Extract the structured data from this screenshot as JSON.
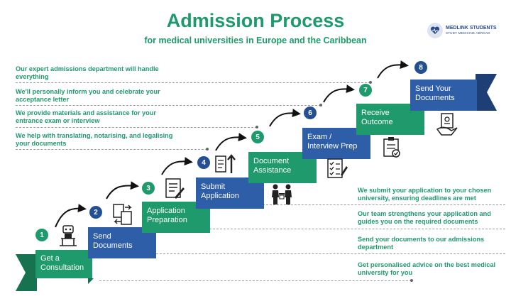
{
  "header": {
    "title": "Admission Process",
    "subtitle": "for medical universities in Europe and the Caribbean"
  },
  "logo": {
    "name": "MEDLINK STUDENTS",
    "tagline": "STUDY MEDICINE ABROAD"
  },
  "left_notes": [
    "Our expert admissions department will handle everything",
    "We'll personally inform you and celebrate your acceptance letter",
    "We provide materials and assistance for your entrance exam or interview",
    "We help with translating, notarising, and legalising your documents"
  ],
  "right_notes": [
    "We submit your application to your chosen university, ensuring deadlines are met",
    "Our team strengthens your application and guides you on the required documents",
    "Send your documents to our admissions department",
    "Get personalised advice on the best medical university for you"
  ],
  "steps": [
    {
      "number": "1",
      "label": "Get a Consultation",
      "icon": "consultation-icon"
    },
    {
      "number": "2",
      "label": "Send Documents",
      "icon": "document-transfer-icon"
    },
    {
      "number": "3",
      "label": "Application Preparation",
      "icon": "writing-form-icon"
    },
    {
      "number": "4",
      "label": "Submit Application",
      "icon": "upload-document-icon"
    },
    {
      "number": "5",
      "label": "Document Assistance",
      "icon": "assistance-people-icon"
    },
    {
      "number": "6",
      "label": "Exam / Interview Prep",
      "icon": "exam-checklist-icon"
    },
    {
      "number": "7",
      "label": "Receive Outcome",
      "icon": "outcome-clipboard-icon"
    },
    {
      "number": "8",
      "label": "Send Your Documents",
      "icon": "certificate-icon"
    }
  ],
  "colors": {
    "green": "#1e9a6c",
    "blue": "#2f5ea8",
    "dark_green": "#17734f",
    "dark_blue": "#1d3f75"
  }
}
